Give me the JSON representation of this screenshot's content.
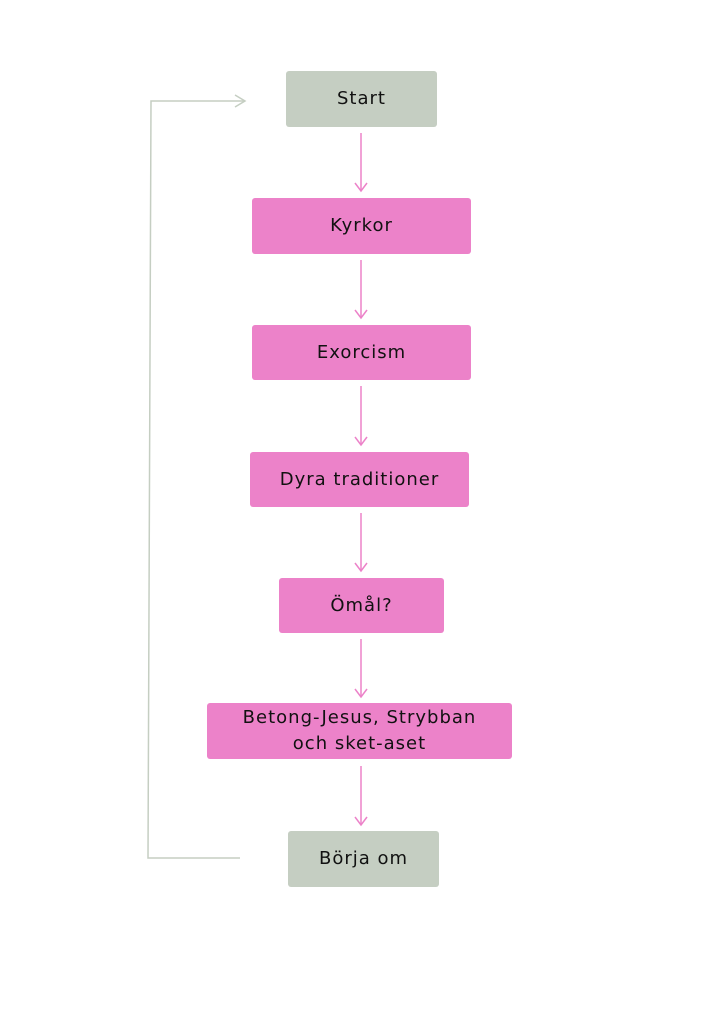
{
  "diagram": {
    "nodes": [
      {
        "id": "start",
        "label": "Start"
      },
      {
        "id": "kyrkor",
        "label": "Kyrkor"
      },
      {
        "id": "exorcism",
        "label": "Exorcism"
      },
      {
        "id": "dyra",
        "label": "Dyra traditioner"
      },
      {
        "id": "omal",
        "label": "Ömål?"
      },
      {
        "id": "betong",
        "label": "Betong-Jesus, Strybban\noch sket-aset"
      },
      {
        "id": "borja",
        "label": "Börja om"
      }
    ],
    "edges": [
      [
        "start",
        "kyrkor"
      ],
      [
        "kyrkor",
        "exorcism"
      ],
      [
        "exorcism",
        "dyra"
      ],
      [
        "dyra",
        "omal"
      ],
      [
        "omal",
        "betong"
      ],
      [
        "betong",
        "borja"
      ],
      [
        "borja",
        "start"
      ]
    ],
    "colors": {
      "terminal": "#c5cec2",
      "step": "#ec82c9",
      "arrow": "#ec82c9",
      "loop": "#c5cec2"
    }
  }
}
